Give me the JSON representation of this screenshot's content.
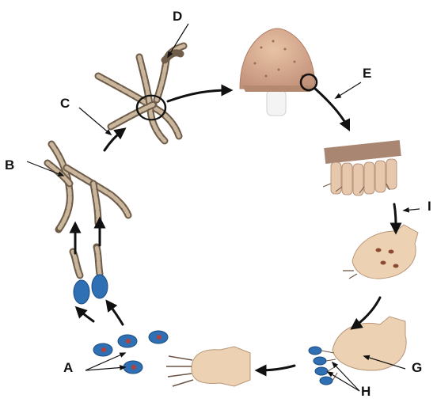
{
  "labels": {
    "A": "A",
    "B": "B",
    "C": "C",
    "D": "D",
    "E": "E",
    "F": "I",
    "G": "G",
    "H": "H"
  },
  "colors": {
    "spore": "#2f6fb3",
    "hyphae": "#6f5d4a",
    "mushroom_cap": "#d3a78a",
    "basidium": "#ecd2b3",
    "arrows": "#111111"
  }
}
